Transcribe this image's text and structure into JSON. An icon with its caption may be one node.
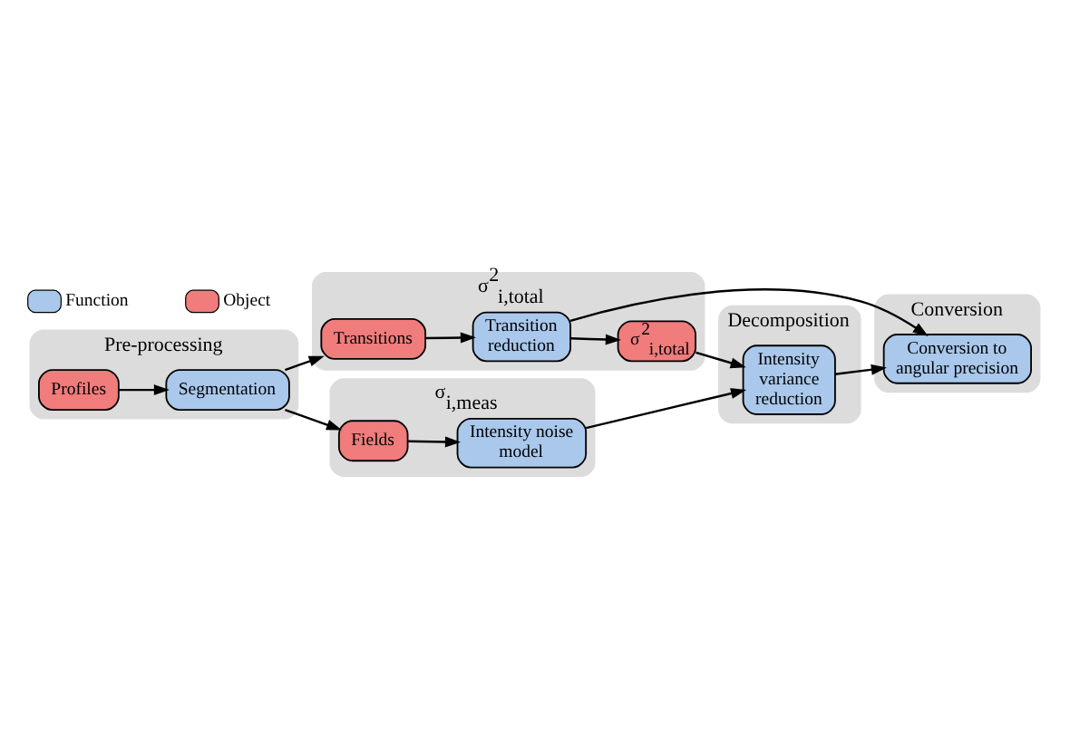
{
  "diagram": {
    "nodes": [
      {
        "text": [
          "σ$^{2}$$_{i,total}$"
        ]
      },
      {
        "text": [
          "Transitions"
        ],
        "in": 0
      },
      {
        "text": [
          "Transition reduction"
        ],
        "in": 0
      },
      {
        "text": [
          "σ$^{2}$$_{i,total}$"
        ],
        "in": 0
      },
      {
        "text": [
          "Pre-processing"
        ]
      },
      {
        "text": [
          "Profiles"
        ],
        "in": 4
      },
      {
        "text": [
          "Segmentation"
        ],
        "in": 4
      },
      {
        "text": [
          "σ$_{i,meas}$"
        ]
      },
      {
        "text": [
          "Fields"
        ],
        "in": 7
      },
      {
        "text": [
          "Intensity noise model"
        ],
        "in": 7
      },
      {
        "text": [
          "Decomposition"
        ]
      },
      {
        "text": [
          "Intensity variance reduction"
        ],
        "in": 10
      },
      {
        "text": [
          "Conversion"
        ]
      },
      {
        "text": [
          "Conversion to angular precision"
        ],
        "in": 12
      }
    ],
    "edges": [
      {
        "from": 5,
        "to": 6,
        "arrow": "to"
      },
      {
        "from": 6,
        "to": 1,
        "arrow": "to"
      },
      {
        "from": 6,
        "to": 8,
        "arrow": "to"
      },
      {
        "from": 1,
        "to": 2,
        "arrow": "to"
      },
      {
        "from": 2,
        "to": 3,
        "arrow": "to"
      },
      {
        "from": 8,
        "to": 9,
        "arrow": "to"
      },
      {
        "from": 3,
        "to": 11,
        "arrow": "to"
      },
      {
        "from": 9,
        "to": 11,
        "arrow": "to"
      },
      {
        "from": 11,
        "to": 13,
        "arrow": "to"
      },
      {
        "from": 2,
        "to": 13,
        "arrow": "to"
      }
    ],
    "legend": [
      {
        "text": "Function",
        "color": "#a9c8ec"
      },
      {
        "text": "Object",
        "color": "#f07c7c"
      }
    ]
  }
}
